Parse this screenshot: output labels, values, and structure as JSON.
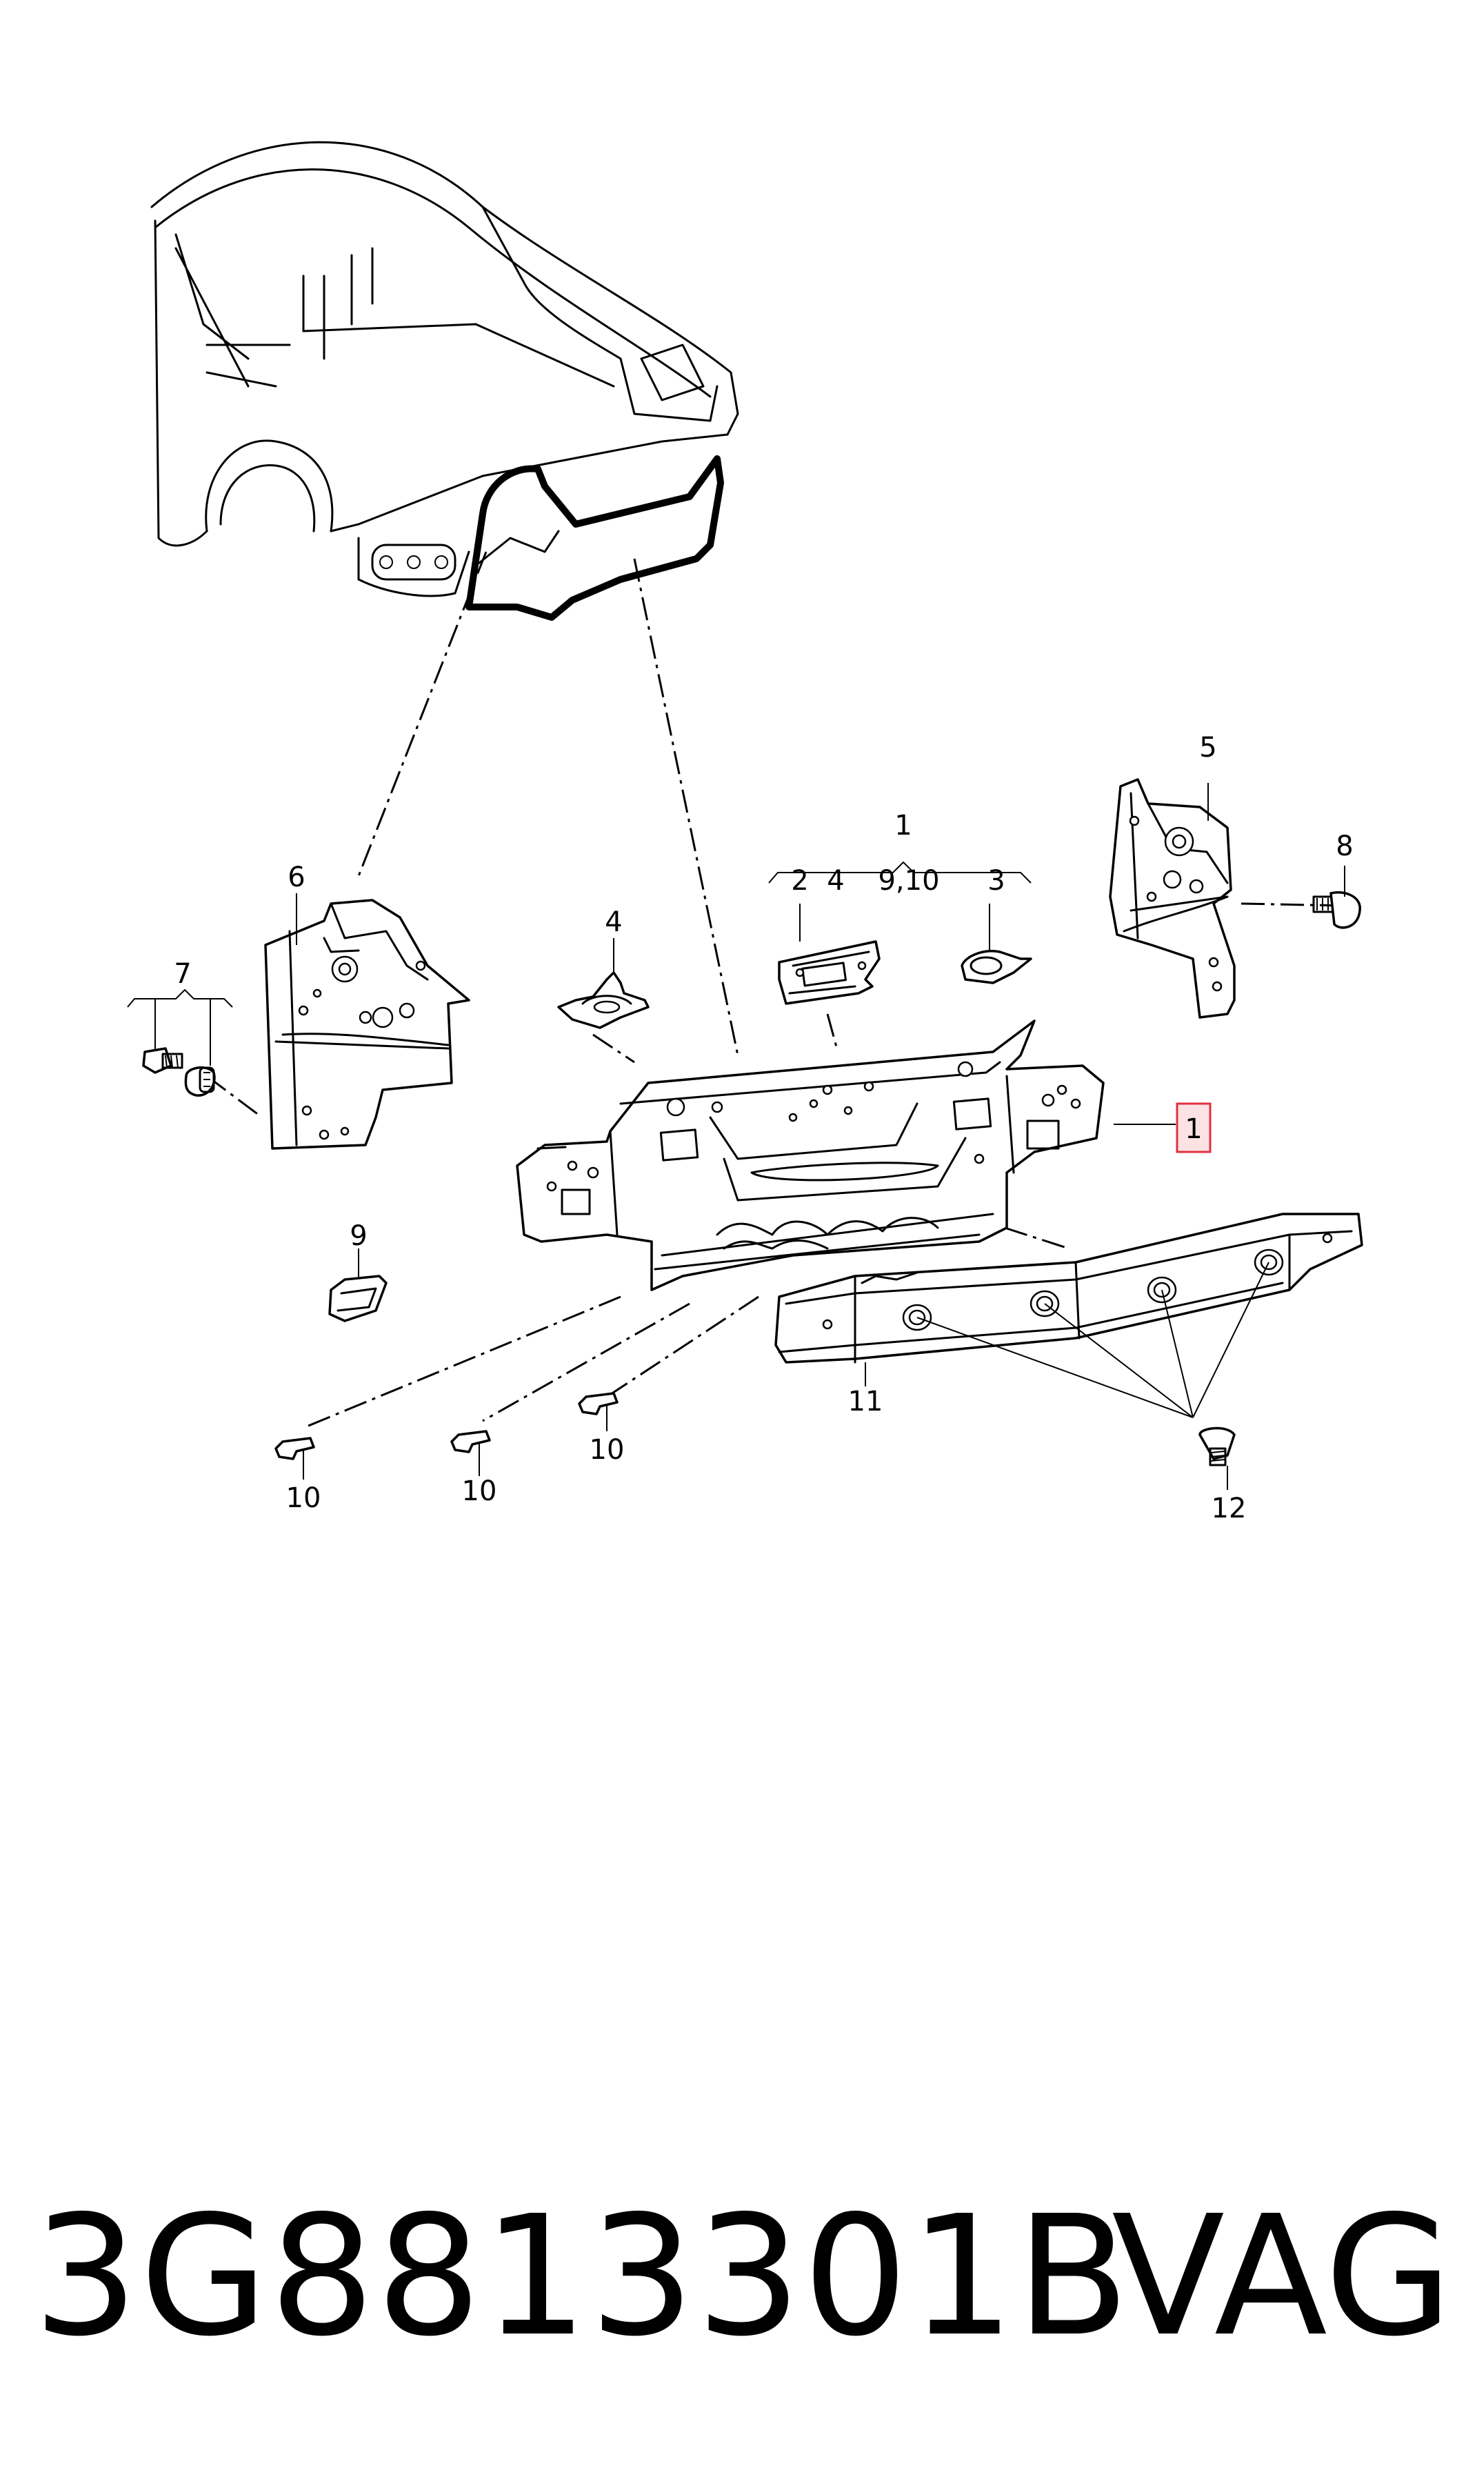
{
  "diagram": {
    "callouts": {
      "c1_top": "1",
      "c2": "2",
      "c4_group": "4",
      "c9_10": "9,10",
      "c3": "3",
      "c4": "4",
      "c5": "5",
      "c6": "6",
      "c7": "7",
      "c8": "8",
      "c9": "9",
      "c1_highlight": "1",
      "c11": "11",
      "c12": "12",
      "c10_a": "10",
      "c10_b": "10",
      "c10_c": "10"
    }
  },
  "footer": {
    "part_number": "3G8813301B",
    "brand": "VAG"
  },
  "colors": {
    "line": "#000000",
    "highlight_fill": "#fde2e4",
    "highlight_stroke": "#e0323f"
  }
}
